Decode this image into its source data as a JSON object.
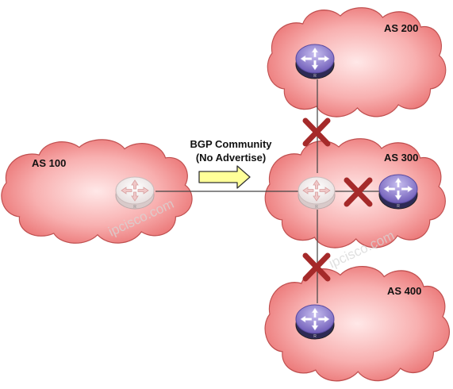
{
  "clouds": [
    {
      "id": "as100",
      "label": "AS 100"
    },
    {
      "id": "as200",
      "label": "AS 200"
    },
    {
      "id": "as300",
      "label": "AS 300"
    },
    {
      "id": "as400",
      "label": "AS 400"
    }
  ],
  "annotation": {
    "line1": "BGP Community",
    "line2": "(No Advertise)"
  },
  "watermark": {
    "text1": "ipcisco.com",
    "text2": "ipcisco.com"
  },
  "router_label": "R",
  "colors": {
    "cloud_fill": "#f08a8a",
    "cloud_stroke": "#c05050",
    "router_white": "#f7f2f2",
    "router_purple": "#9a86d8",
    "cross": "#a52a2a",
    "arrow_fill": "#ffff99",
    "arrow_stroke": "#333333"
  }
}
